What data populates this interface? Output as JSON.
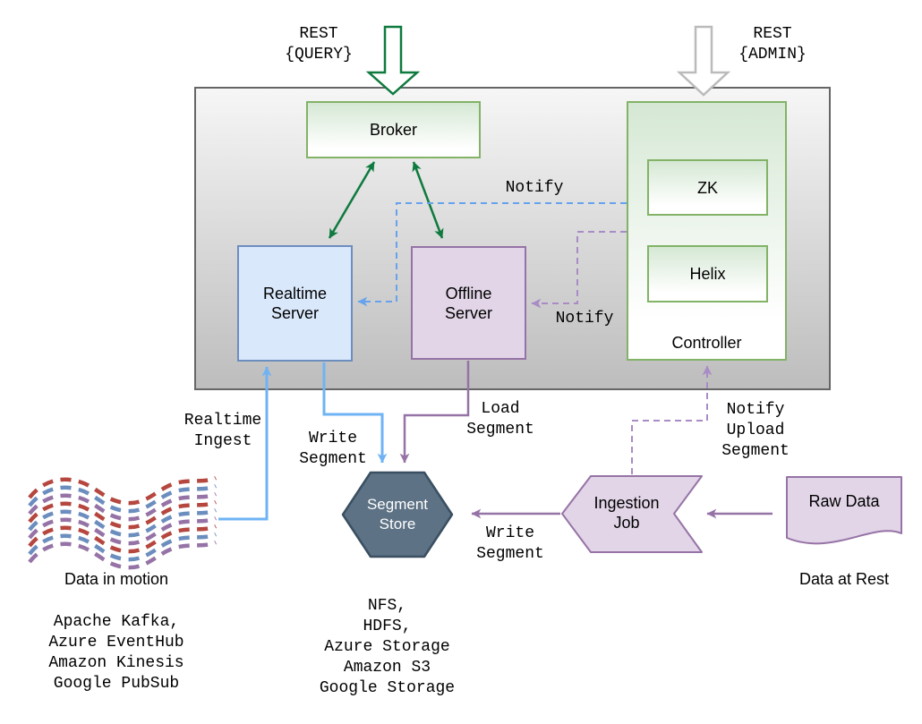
{
  "colors": {
    "dark_green": "#0e7a3e",
    "green_border": "#82b366",
    "green_fill_top": "#d5e8d4",
    "blue_fill": "#dae8fc",
    "blue_border": "#6c8ebf",
    "purple_fill": "#e1d5e7",
    "purple_border": "#9673a6",
    "purple_dash": "#a98bc6",
    "blue_line": "#6fb3f5",
    "blue_dash": "#66a3ec",
    "hex_fill": "#5d7285",
    "hex_border": "#3a4f61",
    "container_border": "#666666",
    "container_top": "#f6f6f6",
    "container_bottom": "#bdbdbd",
    "red_dash": "#b5473f",
    "gray_arrow": "#bbbbbb"
  },
  "rest_query": [
    "REST",
    "{QUERY}"
  ],
  "rest_admin": [
    "REST",
    "{ADMIN}"
  ],
  "nodes": {
    "broker": "Broker",
    "controller": "Controller",
    "zk": "ZK",
    "helix": "Helix",
    "realtime": "Realtime Server",
    "offline": "Offline Server",
    "segment_store": "Segment Store",
    "ingestion_job": "Ingestion Job",
    "raw_data": "Raw Data"
  },
  "edge_labels": {
    "notify_realtime": "Notify",
    "notify_offline": "Notify",
    "realtime_ingest": [
      "Realtime",
      "Ingest"
    ],
    "write_segment_realtime": [
      "Write",
      "Segment"
    ],
    "load_segment": [
      "Load",
      "Segment"
    ],
    "write_segment_ingestion": [
      "Write",
      "Segment"
    ],
    "notify_upload": [
      "Notify",
      "Upload",
      "Segment"
    ]
  },
  "captions": {
    "data_in_motion": "Data in motion",
    "data_at_rest": "Data at Rest"
  },
  "lists": {
    "streams": [
      "Apache Kafka,",
      "Azure EventHub",
      "Amazon Kinesis",
      "Google PubSub"
    ],
    "storages": [
      "NFS,",
      "HDFS,",
      "Azure Storage",
      "Amazon S3",
      "Google Storage"
    ]
  }
}
